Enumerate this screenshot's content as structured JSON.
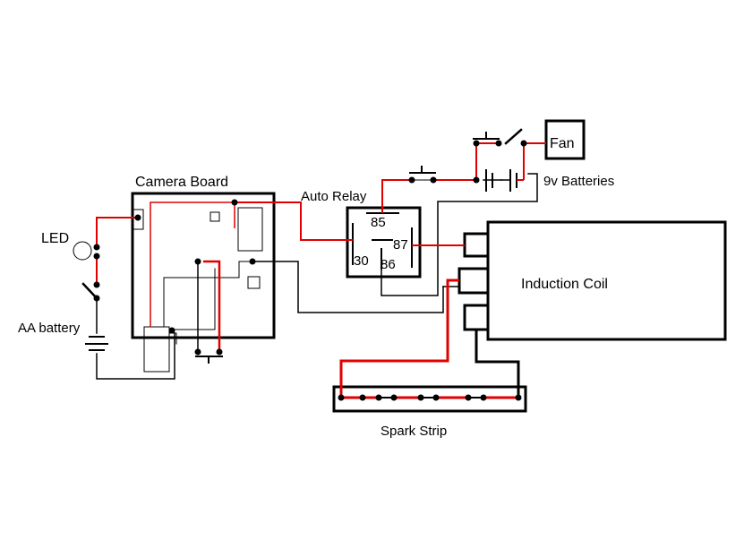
{
  "colors": {
    "background": "#ffffff",
    "wire_black": "#000000",
    "wire_red": "#e00000"
  },
  "labels": {
    "camera_board": "Camera Board",
    "auto_relay": "Auto Relay",
    "fan": "Fan",
    "batteries_9v": "9v Batteries",
    "led": "LED",
    "aa_battery": "AA battery",
    "induction_coil": "Induction Coil",
    "spark_strip": "Spark Strip"
  },
  "relay_pins": {
    "p85": "85",
    "p87": "87",
    "p30": "30",
    "p86": "86"
  }
}
